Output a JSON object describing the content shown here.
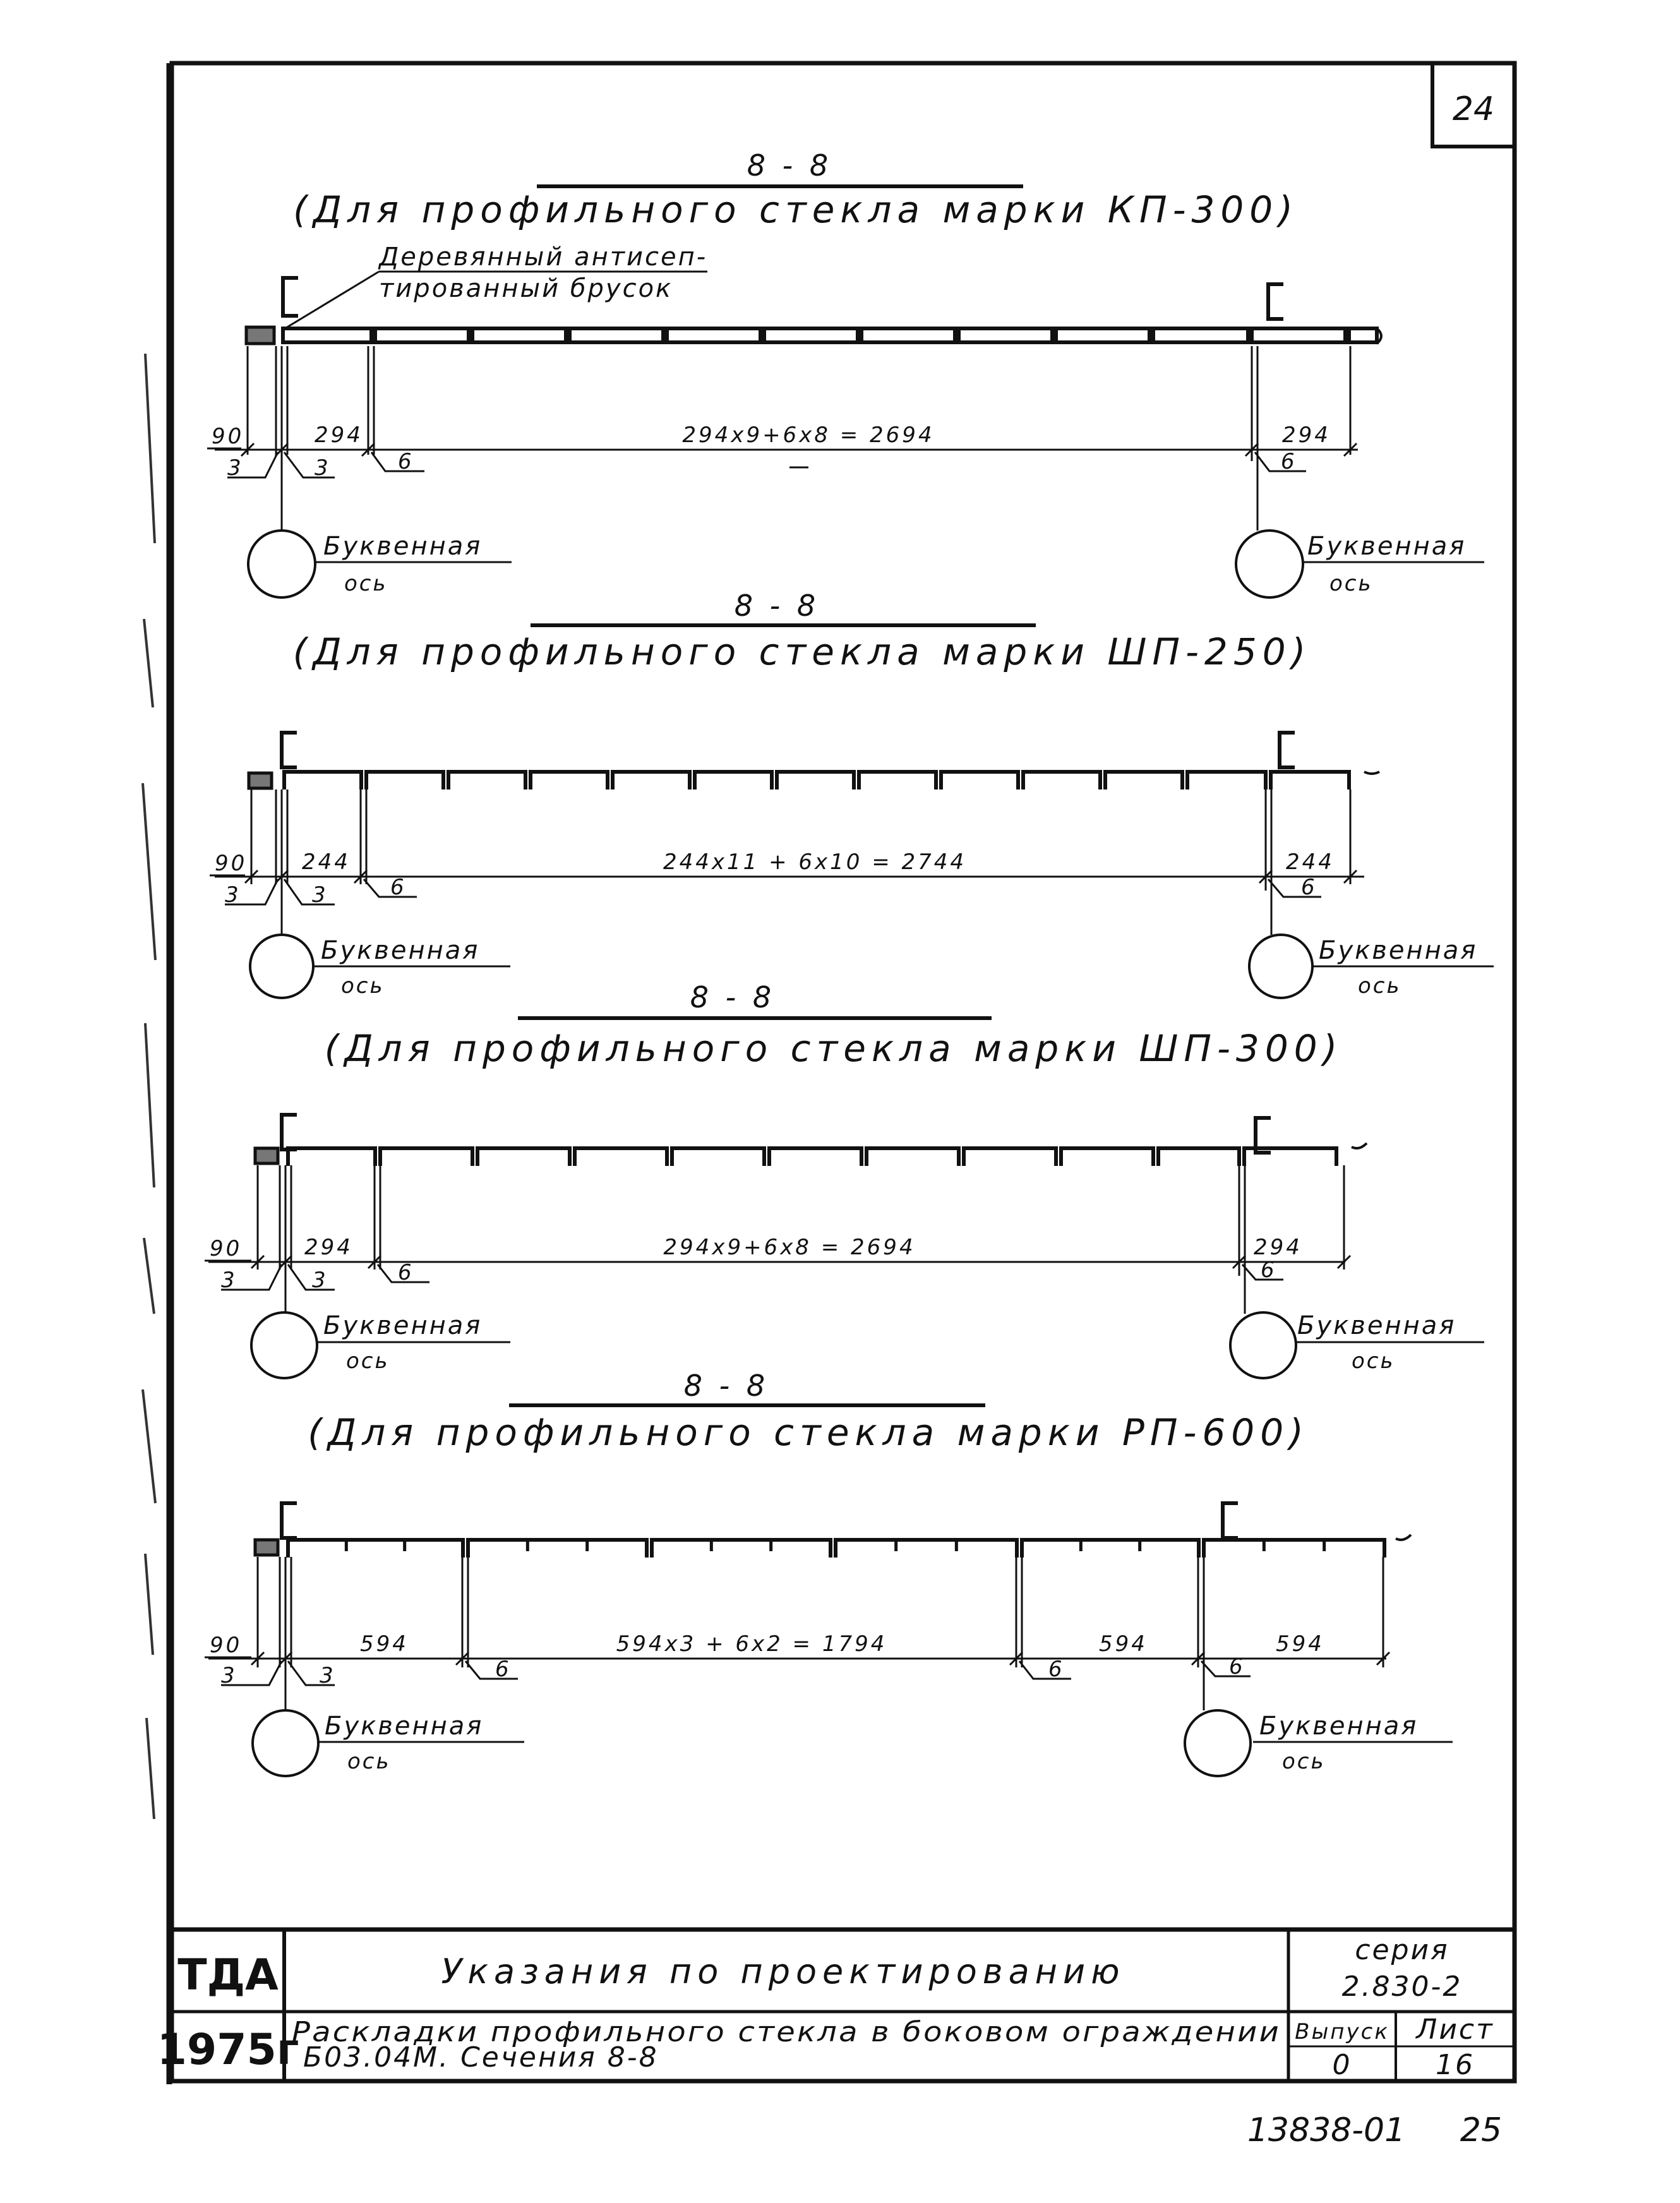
{
  "page": {
    "sheet_number": "24",
    "bottom_code": "13838-01",
    "bottom_page": "25"
  },
  "sections": [
    {
      "mark": "8 - 8",
      "title": "(Для профильного стекла марки КП-300)",
      "callout": [
        "Деревянный антисеп-",
        "тированный брусок"
      ],
      "dims": {
        "d90": "90",
        "d3a": "3",
        "d3b": "3",
        "first": "294",
        "middle": "294х9+6х8 = 2694",
        "joint_a": "6",
        "last": "294",
        "joint_b": "6"
      },
      "axis": [
        "Буквенная",
        "ось"
      ]
    },
    {
      "mark": "8 - 8",
      "title": "(Для профильного стекла марки ШП-250)",
      "dims": {
        "d90": "90",
        "d3a": "3",
        "d3b": "3",
        "first": "244",
        "middle": "244х11 + 6х10 = 2744",
        "joint_a": "6",
        "last": "244",
        "joint_b": "6"
      },
      "axis": [
        "Буквенная",
        "ось"
      ]
    },
    {
      "mark": "8 - 8",
      "title": "(Для профильного стекла марки ШП-300)",
      "dims": {
        "d90": "90",
        "d3a": "3",
        "d3b": "3",
        "first": "294",
        "middle": "294х9+6х8 = 2694",
        "joint_a": "6",
        "last": "294",
        "joint_b": "6"
      },
      "axis": [
        "Буквенная",
        "ось"
      ]
    },
    {
      "mark": "8 - 8",
      "title": "(Для профильного стекла марки РП-600)",
      "dims": {
        "d90": "90",
        "d3a": "3",
        "d3b": "3",
        "first": "594",
        "middle": "594х3 + 6х2 = 1794",
        "joint_a": "6",
        "joint_b": "6",
        "seg4": "594",
        "seg5": "594",
        "joint_c": "6"
      },
      "axis": [
        "Буквенная",
        "ось"
      ]
    }
  ],
  "title_block": {
    "org": "ТДА",
    "year": "1975г",
    "heading": "Указания по проектированию",
    "series_label": "серия",
    "series_value": "2.830-2",
    "desc_line1": "Раскладки профильного стекла в боковом ограждении",
    "desc_line2": "Б03.04М. Сечения 8-8",
    "issue_label": "Выпуск",
    "issue_value": "0",
    "sheet_label": "Лист",
    "sheet_value": "16"
  }
}
